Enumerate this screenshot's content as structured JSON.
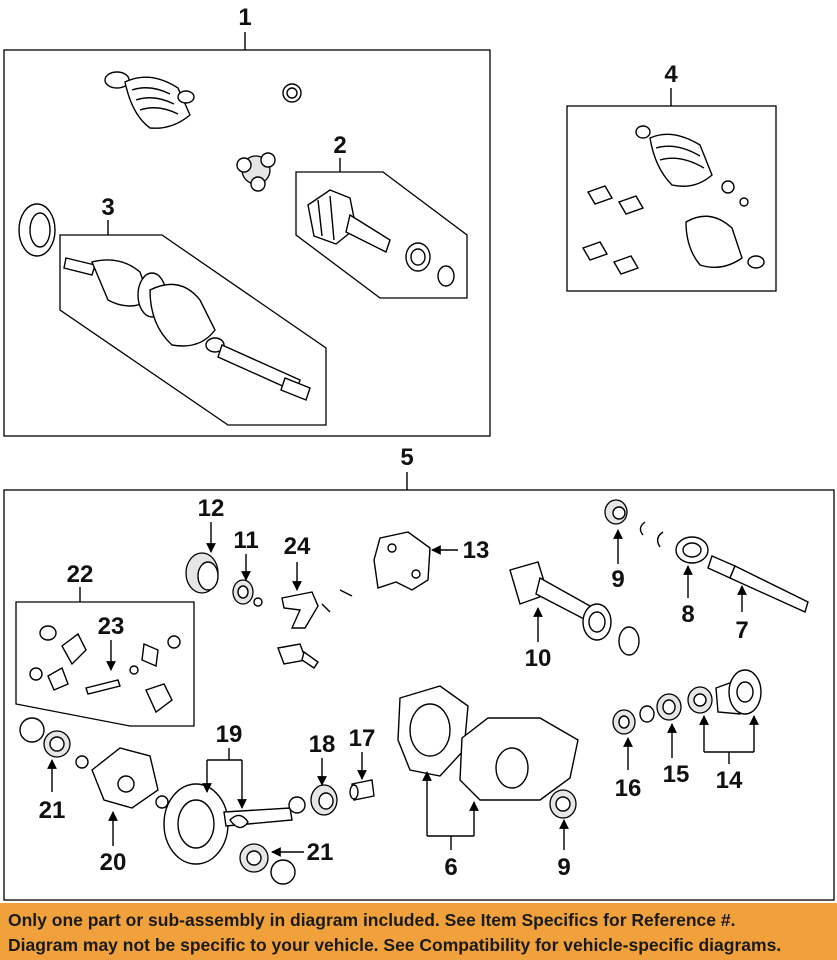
{
  "callouts": {
    "c1": "1",
    "c2": "2",
    "c3": "3",
    "c4": "4",
    "c5": "5",
    "c6": "6",
    "c7": "7",
    "c8": "8",
    "c9a": "9",
    "c9b": "9",
    "c10": "10",
    "c11": "11",
    "c12": "12",
    "c13": "13",
    "c14": "14",
    "c15": "15",
    "c16": "16",
    "c17": "17",
    "c18": "18",
    "c19": "19",
    "c20": "20",
    "c21a": "21",
    "c21b": "21",
    "c22": "22",
    "c23": "23",
    "c24": "24"
  },
  "disclaimer": {
    "line1": "Only one part or sub-assembly in diagram included. See Item Specifics for Reference #.",
    "line2": "Diagram may not be specific to your vehicle. See Compatibility for vehicle-specific diagrams."
  },
  "colors": {
    "banner": "#f0a13b",
    "ink": "#000000"
  }
}
